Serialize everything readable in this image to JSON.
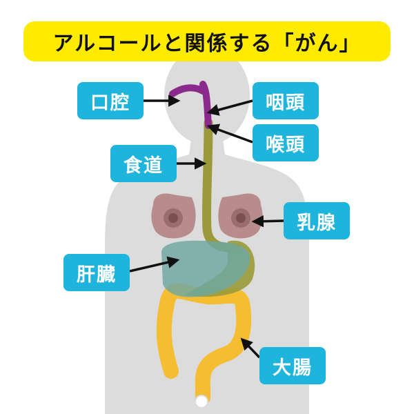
{
  "title": "アルコールと関係する「がん」",
  "colors": {
    "banner": "#ffeb00",
    "label_bg": "#1fb4dc",
    "body_silhouette": "#dcdcdc",
    "oral_pharynx": "#8a2a8c",
    "esophagus": "#9a9a3a",
    "breast": "#b88c8c",
    "liver": "#6ea7a2",
    "intestine": "#f5be32",
    "arrow": "#111111"
  },
  "labels": {
    "oral_cavity": "口腔",
    "pharynx": "咽頭",
    "larynx": "喉頭",
    "esophagus": "食道",
    "breast": "乳腺",
    "liver": "肝臓",
    "large_intestine": "大腸"
  }
}
